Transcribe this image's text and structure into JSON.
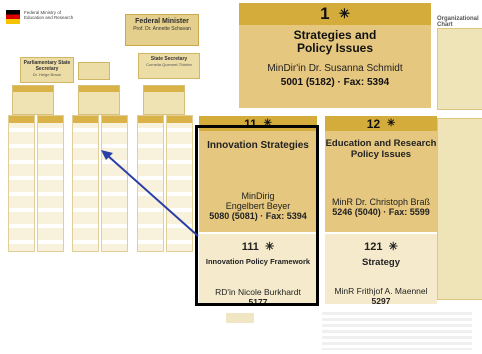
{
  "background": {
    "ministry_name": "Federal Ministry of Education and Research",
    "minister_title": "Federal Minister",
    "minister_name": "Prof. Dr. Annette Schavan",
    "parl_state_secretary_title": "Parliamentary State Secretary",
    "parl_state_secretary_name": "Dr. Helge Braun",
    "state_secretary_title": "State Secretary",
    "state_secretary_name": "Cornelia Quennet-Thielen",
    "right_header": "Organizational Chart"
  },
  "directorate_1": {
    "number": "1",
    "marker": "✳",
    "title_line1": "Strategies and",
    "title_line2": "Policy Issues",
    "person": "MinDir'in Dr. Susanna Schmidt",
    "phone": "5001 (5182) · Fax: 5394"
  },
  "unit_11": {
    "number": "11",
    "marker": "✳",
    "title": "Innovation Strategies",
    "person_line1": "MinDirig",
    "person_line2": "Engelbert Beyer",
    "phone": "5080 (5081) · Fax: 5394"
  },
  "unit_12": {
    "number": "12",
    "marker": "✳",
    "title_line1": "Education and Research",
    "title_line2": "Policy Issues",
    "person": "MinR Dr. Christoph Braß",
    "phone": "5246 (5040) · Fax: 5599"
  },
  "subunit_111": {
    "number": "111",
    "marker": "✳",
    "title": "Innovation Policy Framework",
    "person": "RD'in Nicole Burkhardt",
    "phone": "5177"
  },
  "subunit_121": {
    "number": "121",
    "marker": "✳",
    "title": "Strategy",
    "person": "MinR Frithjof A. Maennel",
    "phone": "5297"
  }
}
